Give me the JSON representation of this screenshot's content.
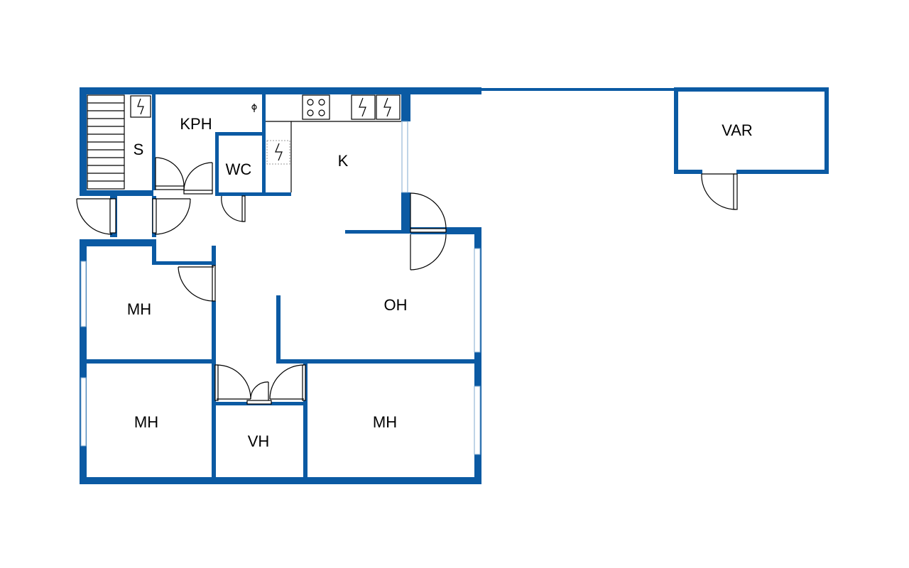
{
  "colors": {
    "wall": "#0b5aa3",
    "window": "#7fa9cf",
    "label": "#000000",
    "background": "#ffffff"
  },
  "rooms": {
    "sauna": "S",
    "bathroom": "KPH",
    "toilet": "WC",
    "kitchen": "K",
    "living_room": "OH",
    "bedroom_1": "MH",
    "bedroom_2": "MH",
    "bedroom_3": "MH",
    "walk_in_closet": "VH",
    "storage": "VAR"
  },
  "icons": [
    "stove-icon",
    "electric-appliance-icon",
    "stair-hatch-icon",
    "floor-drain-icon"
  ]
}
